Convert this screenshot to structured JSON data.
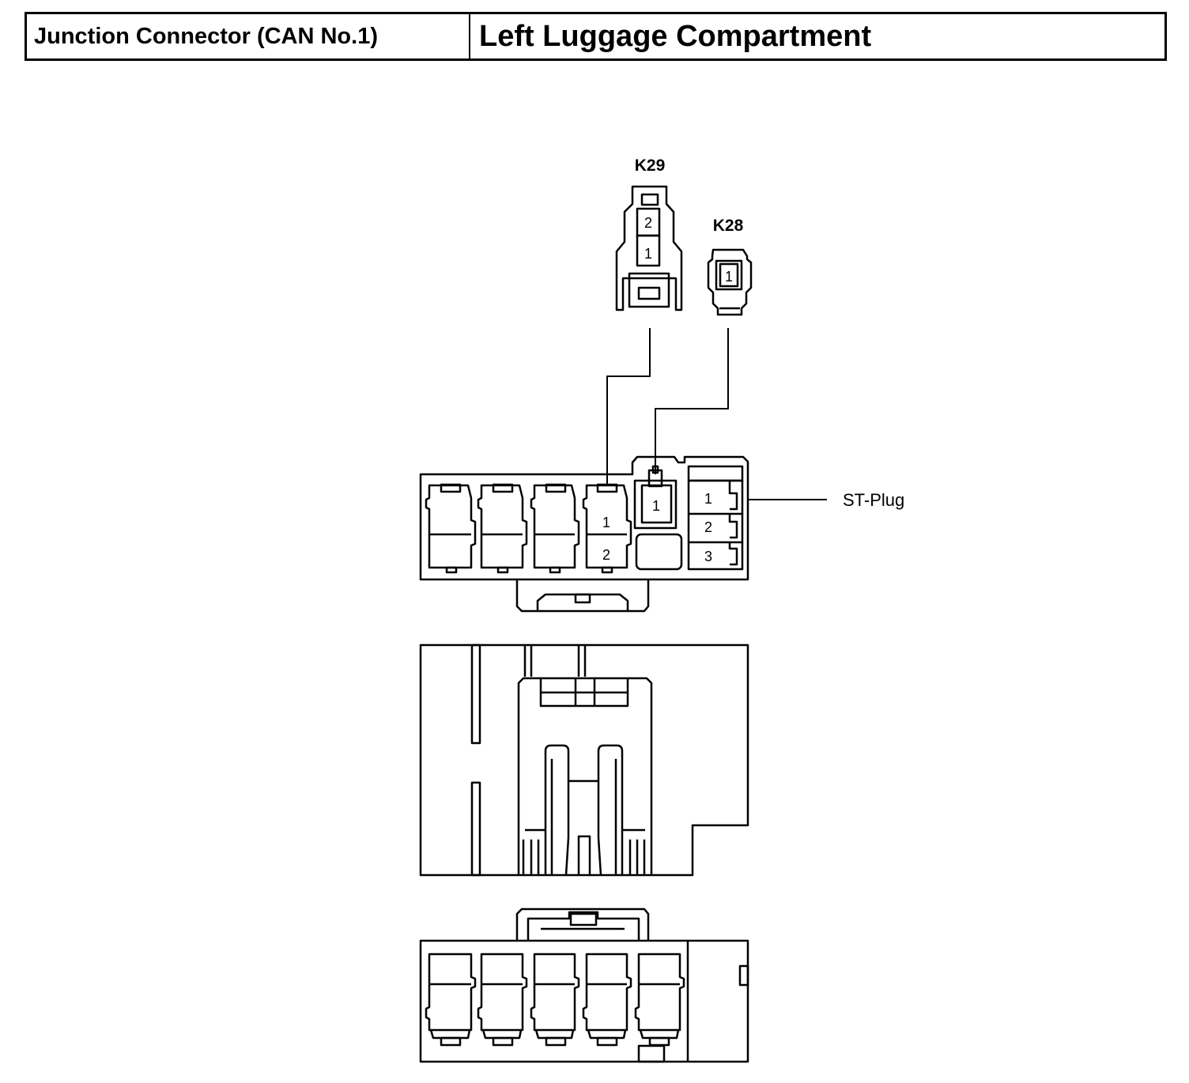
{
  "header": {
    "component": "Junction Connector (CAN No.1)",
    "location": "Left Luggage Compartment"
  },
  "connectors": {
    "k29": {
      "label": "K29",
      "pins": [
        "2",
        "1"
      ]
    },
    "k28": {
      "label": "K28",
      "pins": [
        "1"
      ]
    }
  },
  "junction_block": {
    "front_pins": [
      "1",
      "2"
    ],
    "k28_socket_pin": "1",
    "st_plug": {
      "label": "ST-Plug",
      "pins": [
        "1",
        "2",
        "3"
      ]
    }
  }
}
